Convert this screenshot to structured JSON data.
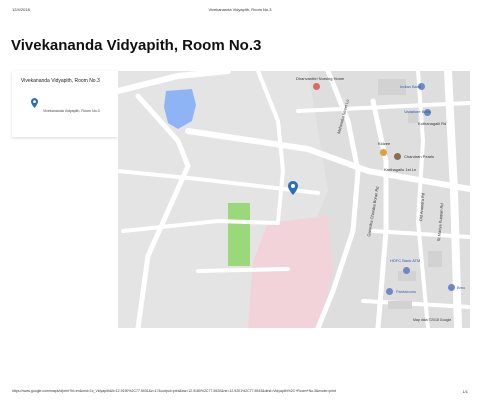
{
  "print_header": {
    "date": "12/4/2018",
    "title": "Vivekananda Vidyapith, Room No.3"
  },
  "page_title": "Vivekananda Vidyapith, Room No.3",
  "info_panel": {
    "title": "Vivekananda Vidyapith, Room No.3",
    "subtitle": "Vivekananda Vidyapith, Room No.3"
  },
  "map": {
    "labels": {
      "dhanvanthri": "Dhanvanthri Nursing Home",
      "indian_bank": "Indian Bank",
      "vadallore": "Vadallore Bank",
      "kothanagalli": "Kothanagalli Rd",
      "kidzee": "Kidzee",
      "chandran": "Chandran Pearls",
      "karthagallu": "Karthagallu 1st Ln",
      "mahendra": "Mahendra Street Ln",
      "ganesha": "Ganesha Chandra Boran Rd",
      "st_mariya": "St Mariya Kuppan Rd",
      "old_anandra": "Old Anandra Rd",
      "hdfc": "HDFC Bank ATM",
      "pantaloons": "Pantaloons",
      "bmo": "Bmo"
    },
    "attribution": "Map data ©2018 Google",
    "colors": {
      "water": "#8fb4f5",
      "park": "#9ad87a",
      "campus": "#f3d3da",
      "road": "#ffffff",
      "marker": "#2a6fb7"
    }
  },
  "footer": {
    "url": "https://www.google.com/maps/d/print?hl=en&mid=1x_Vidyapith&ll=12.9190%2C77.5931&z=17&output=print&sw=12.9180%2C77.5920&ne=12.9201%2C77.5943&dest=Vidyapith%2C+Room+No.3&mode=print",
    "page": "1/1"
  }
}
